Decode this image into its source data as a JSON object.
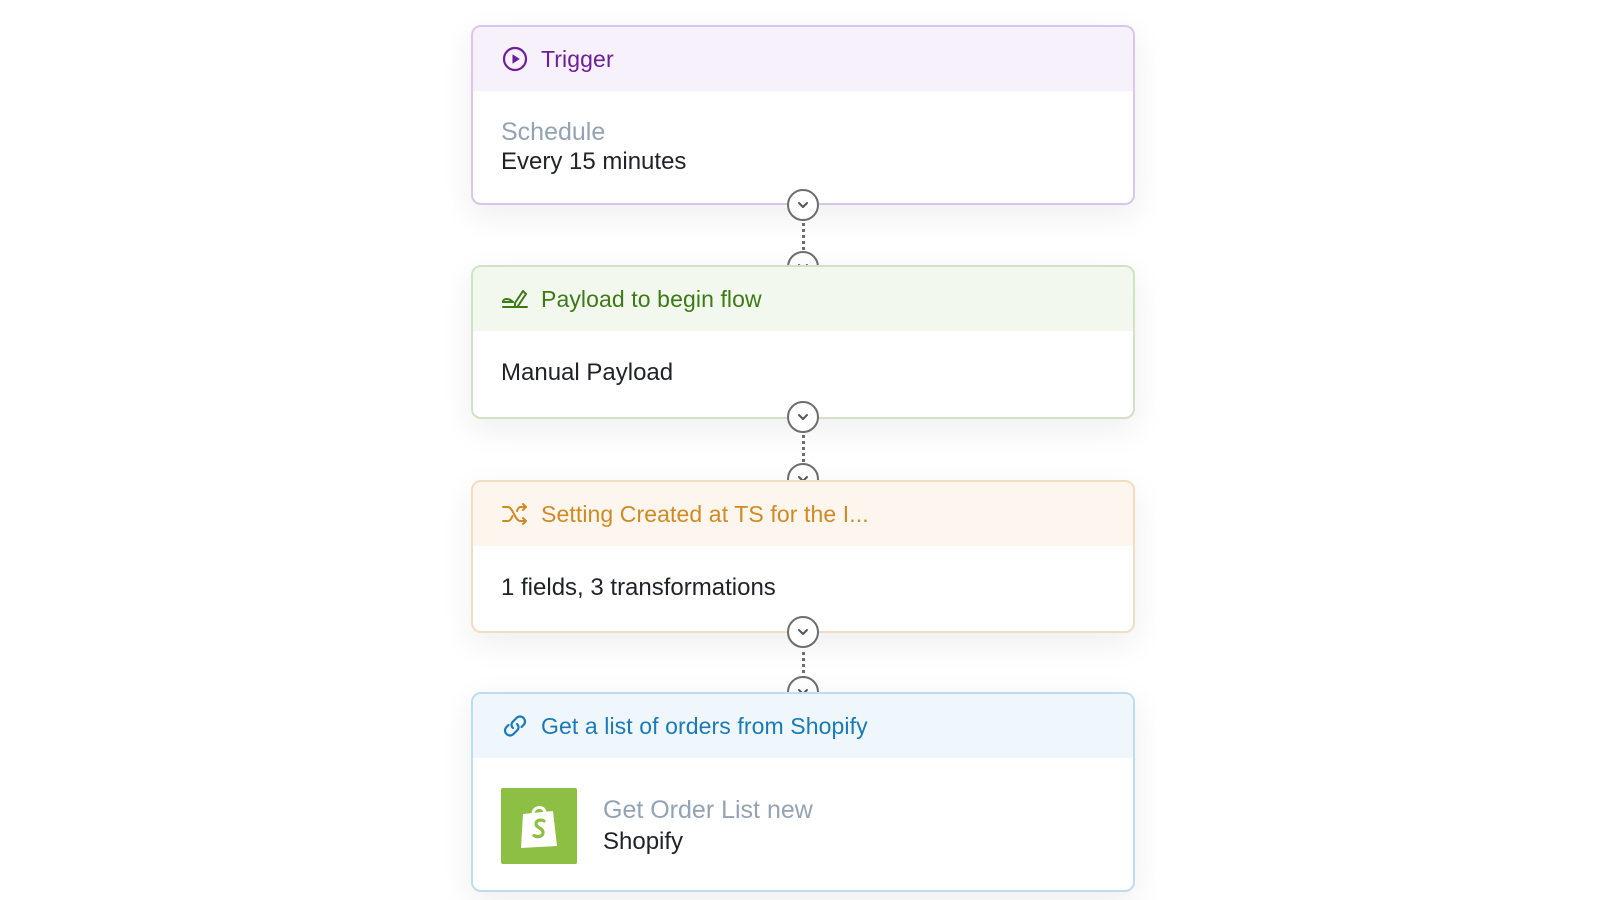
{
  "colors": {
    "trigger_accent": "#6d1f9a",
    "payload_accent": "#3d7a16",
    "transform_accent": "#cf8a24",
    "connector_accent": "#1a7ab8",
    "shopify_green": "#8ebf45"
  },
  "steps": [
    {
      "icon": "play-circle-icon",
      "title": "Trigger",
      "subtitle": "Schedule",
      "value": "Every 15 minutes"
    },
    {
      "icon": "payload-icon",
      "title": "Payload to begin flow",
      "value": "Manual Payload"
    },
    {
      "icon": "shuffle-icon",
      "title": "Setting Created at TS for the I...",
      "value": "1 fields, 3 transformations"
    },
    {
      "icon": "link-icon",
      "title": "Get a list of orders from Shopify",
      "subtitle": "Get Order List new",
      "value": "Shopify",
      "logo": "shopify-logo"
    }
  ]
}
